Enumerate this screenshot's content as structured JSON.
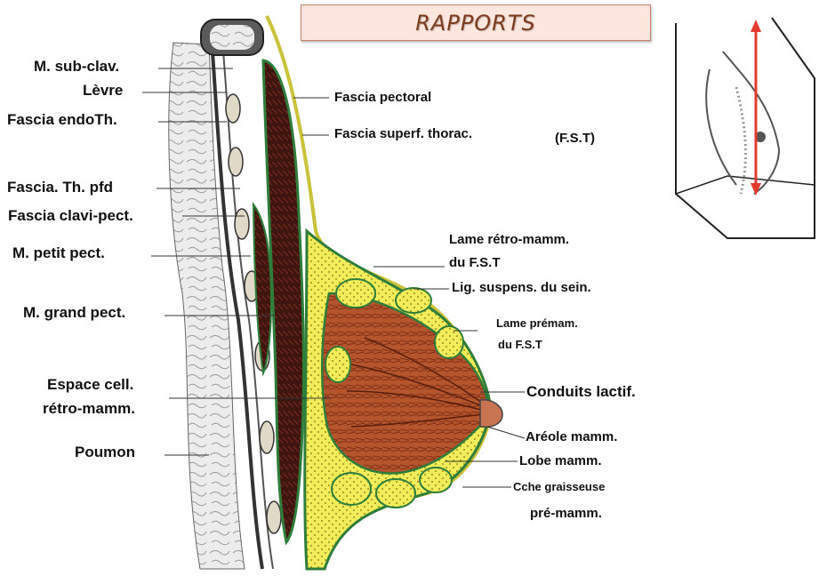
{
  "title": "RAPPORTS",
  "labels": {
    "m_sub_clav": "M. sub-clav.",
    "levre": "Lèvre",
    "fascia_endo": "Fascia endoTh.",
    "fascia_th_pfd": "Fascia. Th. pfd",
    "fascia_clavi": "Fascia clavi-pect.",
    "m_petit": "M. petit pect.",
    "m_grand": "M. grand pect.",
    "espace_1": "Espace cell.",
    "espace_2": "rétro-mamm.",
    "poumon": "Poumon",
    "fascia_pectoral": "Fascia pectoral",
    "fascia_superf": "Fascia superf. thorac.",
    "fst": "(F.S.T)",
    "lame_retro_1": "Lame rétro-mamm.",
    "lame_retro_2": "du F.S.T",
    "lig_suspens": "Lig. suspens. du sein.",
    "lame_premam_1": "Lame prémam.",
    "lame_premam_2": "du F.S.T",
    "conduits": "Conduits lactif.",
    "areole": "Aréole mamm.",
    "lobe": "Lobe mamm.",
    "cche_1": "Cche graisseuse",
    "cche_2": "pré-mamm."
  },
  "colors": {
    "lung": "#e9e9e9",
    "muscle": "#4a1a14",
    "fascia": "#2e7d3a",
    "fat": "#e8e85a",
    "gland": "#b5552e",
    "title_bg": "#fde6dd",
    "title_text": "#7d3b1e"
  }
}
